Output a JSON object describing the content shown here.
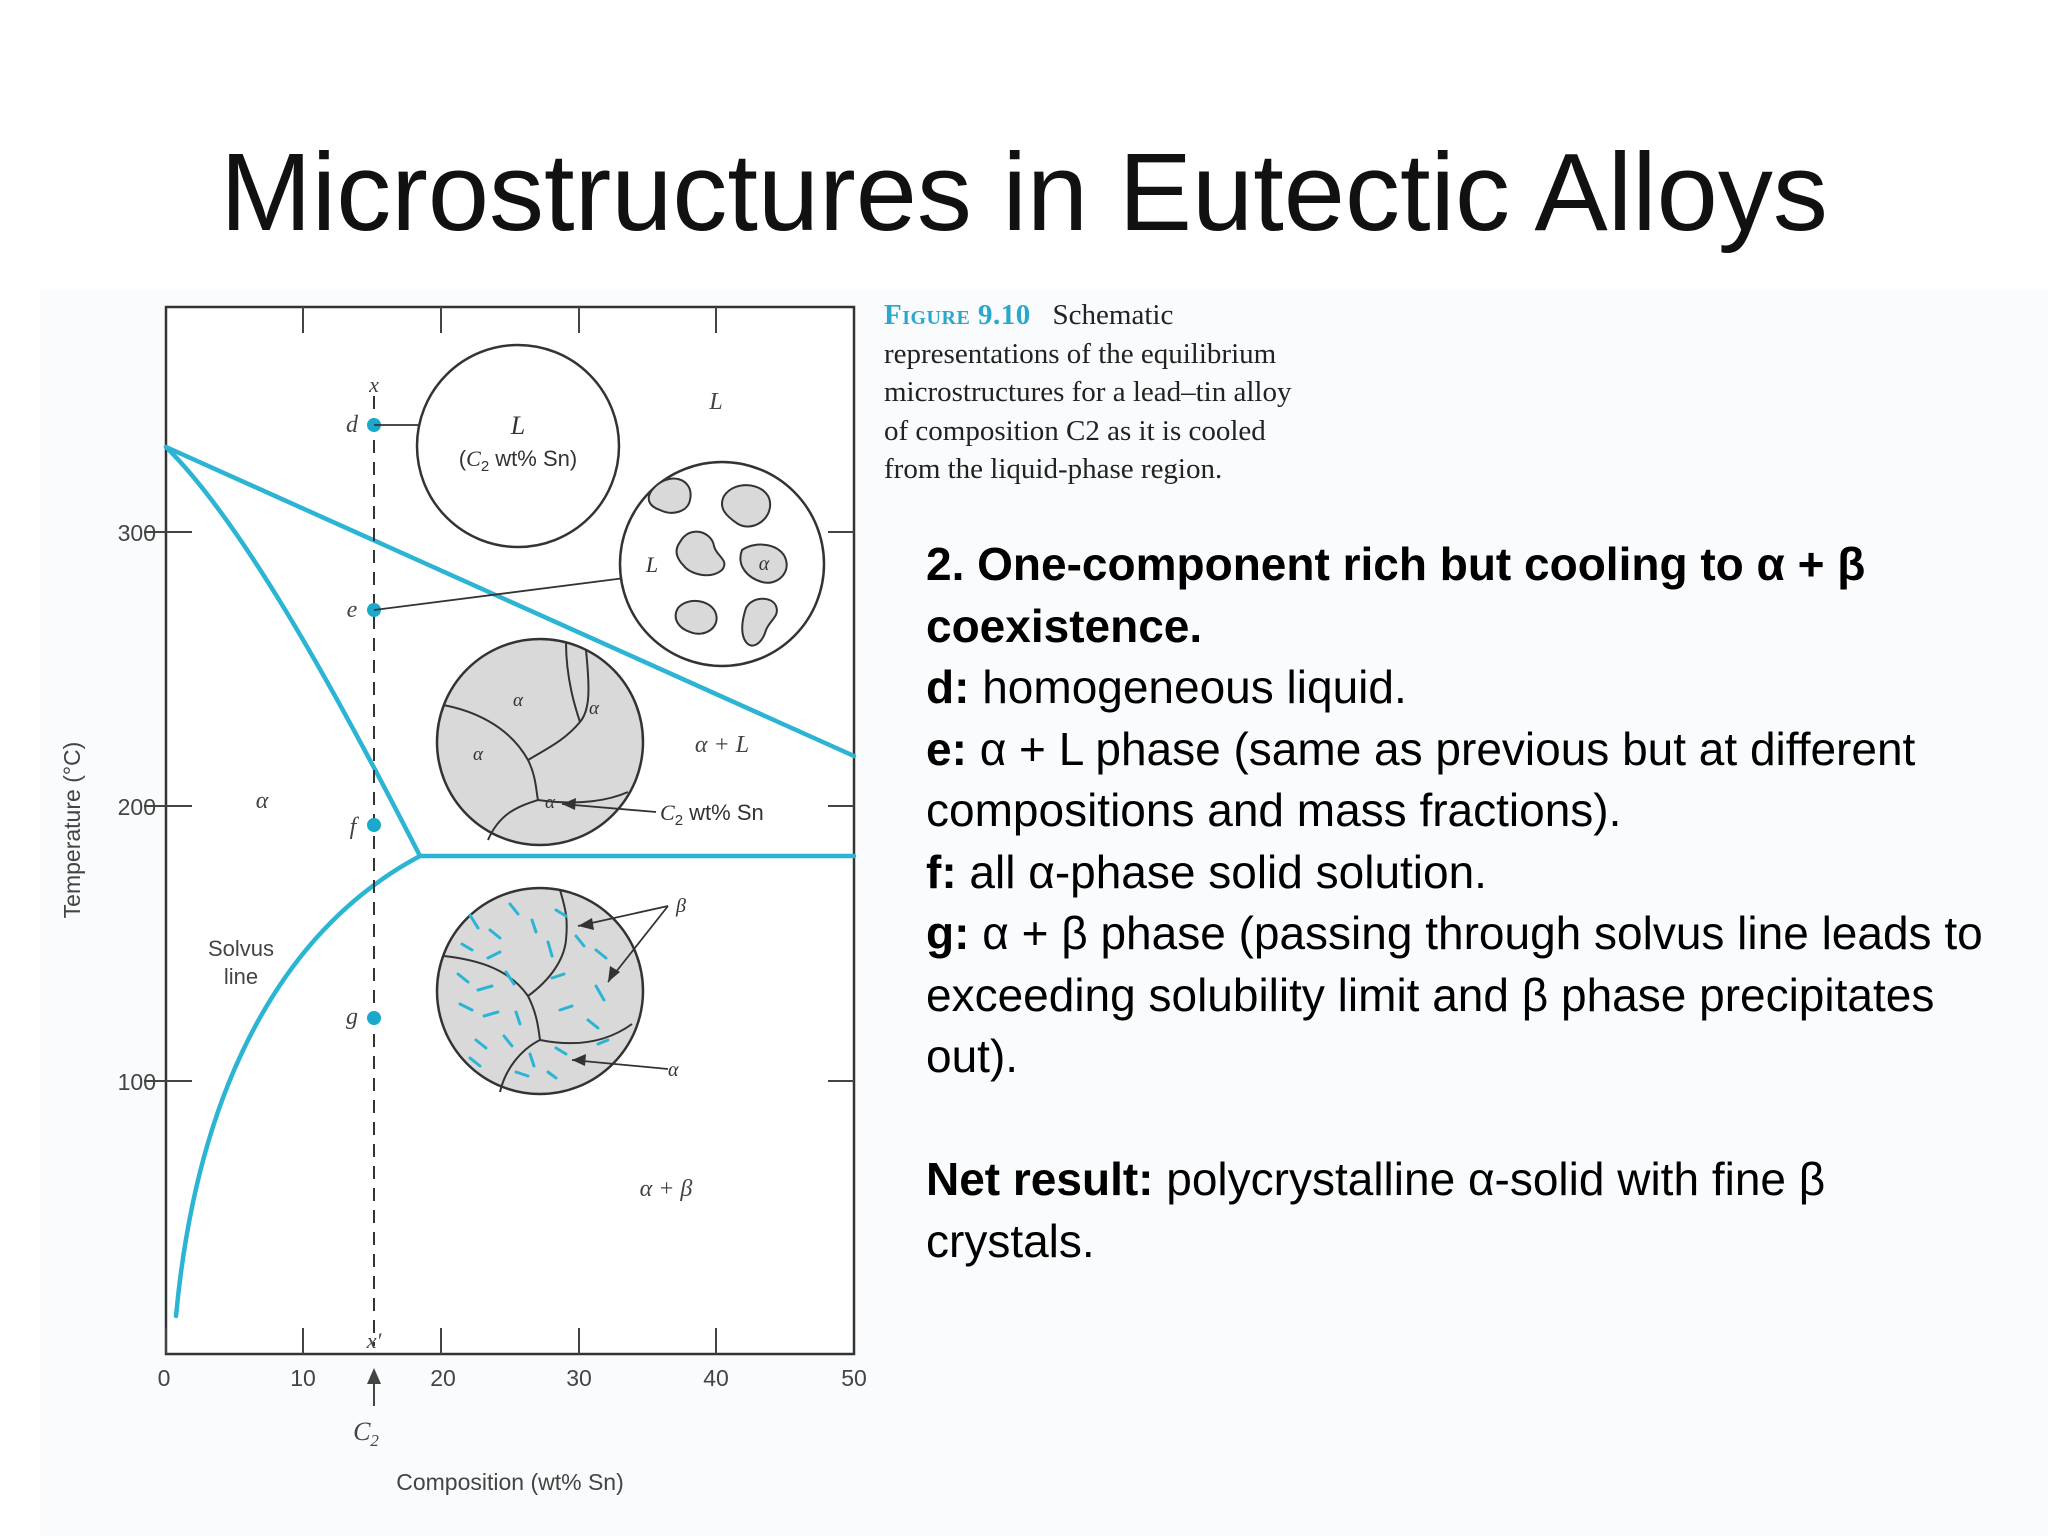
{
  "title": "Microstructures in Eutectic Alloys",
  "figure": {
    "caption_label": "Figure 9.10",
    "caption_text": "Schematic representations of the equilibrium microstructures for a lead–tin alloy of composition C2 as it is cooled from the liquid-phase region.",
    "x_axis_label": "Composition (wt% Sn)",
    "y_axis_label": "Temperature (°C)",
    "x_ticks": [
      "0",
      "10",
      "20",
      "30",
      "40",
      "50"
    ],
    "y_ticks": [
      "100",
      "200",
      "300"
    ],
    "composition_marker": "C2",
    "composition_value": 15,
    "vertical_line_top_label": "x",
    "vertical_line_bottom_label": "x′",
    "points": [
      "d",
      "e",
      "f",
      "g"
    ],
    "region_labels": {
      "liquid": "L",
      "alpha": "α",
      "alpha_liquid": "α + L",
      "alpha_beta": "α + β",
      "solvus": "Solvus line"
    },
    "micro_labels": {
      "d_phase": "L",
      "d_comp": "(C2 wt% Sn)",
      "e_liquid": "L",
      "e_alpha": "α",
      "f_alpha": "α",
      "f_comp": "C2 wt% Sn",
      "g_beta": "β",
      "g_alpha": "α"
    },
    "colors": {
      "phase_line": "#2cb4d4",
      "grain_fill": "#d9d9d9",
      "point": "#1aa8cc"
    }
  },
  "explanation": {
    "heading": "2. One-component rich but cooling to α + β coexistence.",
    "d_label": "d:",
    "d_text": "homogeneous liquid.",
    "e_label": "e:",
    "e_text": "α + L phase (same as previous but at different compositions and mass fractions).",
    "f_label": "f:",
    "f_text": "all α-phase solid solution.",
    "g_label": "g:",
    "g_text": "α + β phase (passing through solvus line leads to exceeding solubility limit and β phase precipitates out).",
    "net_label": "Net result:",
    "net_text": "polycrystalline α-solid with fine β crystals."
  }
}
